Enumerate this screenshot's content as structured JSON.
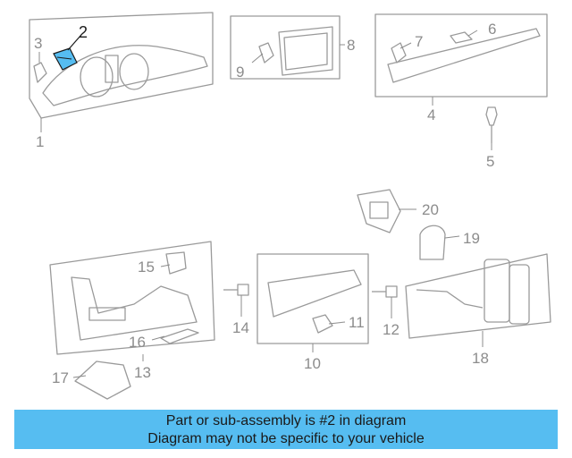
{
  "highlight_color": "#56bdf1",
  "callouts": {
    "n1": "1",
    "n2": "2",
    "n3": "3",
    "n4": "4",
    "n5": "5",
    "n6": "6",
    "n7": "7",
    "n8": "8",
    "n9": "9",
    "n10": "10",
    "n11": "11",
    "n12": "12",
    "n13": "13",
    "n14": "14",
    "n15": "15",
    "n16": "16",
    "n17": "17",
    "n18": "18",
    "n19": "19",
    "n20": "20"
  },
  "banner": {
    "line1": "Part or sub-assembly is #2 in diagram",
    "line2": "Diagram may not be specific to your vehicle"
  }
}
